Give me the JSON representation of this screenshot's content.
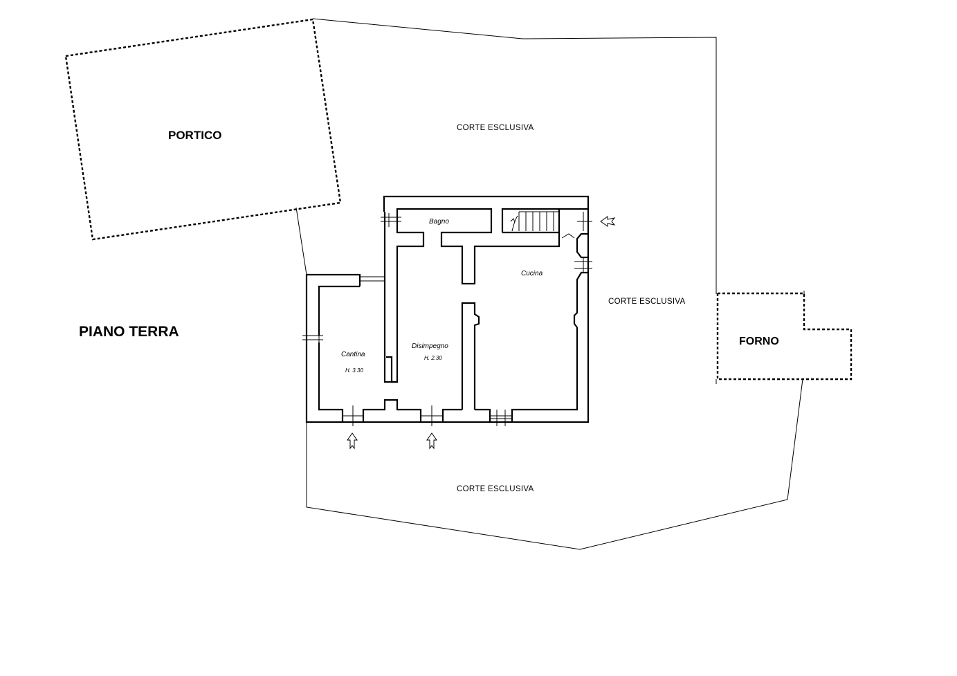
{
  "plan": {
    "floor_label": "PIANO TERRA",
    "outbuildings": {
      "portico": "PORTICO",
      "forno": "FORNO"
    },
    "courtyard": {
      "north": "CORTE ESCLUSIVA",
      "east": "CORTE ESCLUSIVA",
      "south": "CORTE ESCLUSIVA"
    },
    "rooms": {
      "bagno": {
        "name": "Bagno"
      },
      "cucina": {
        "name": "Cucina"
      },
      "disimpegno": {
        "name": "Disimpegno",
        "height": "H. 2.30"
      },
      "cantina": {
        "name": "Cantina",
        "height": "H. 3.30"
      }
    }
  }
}
